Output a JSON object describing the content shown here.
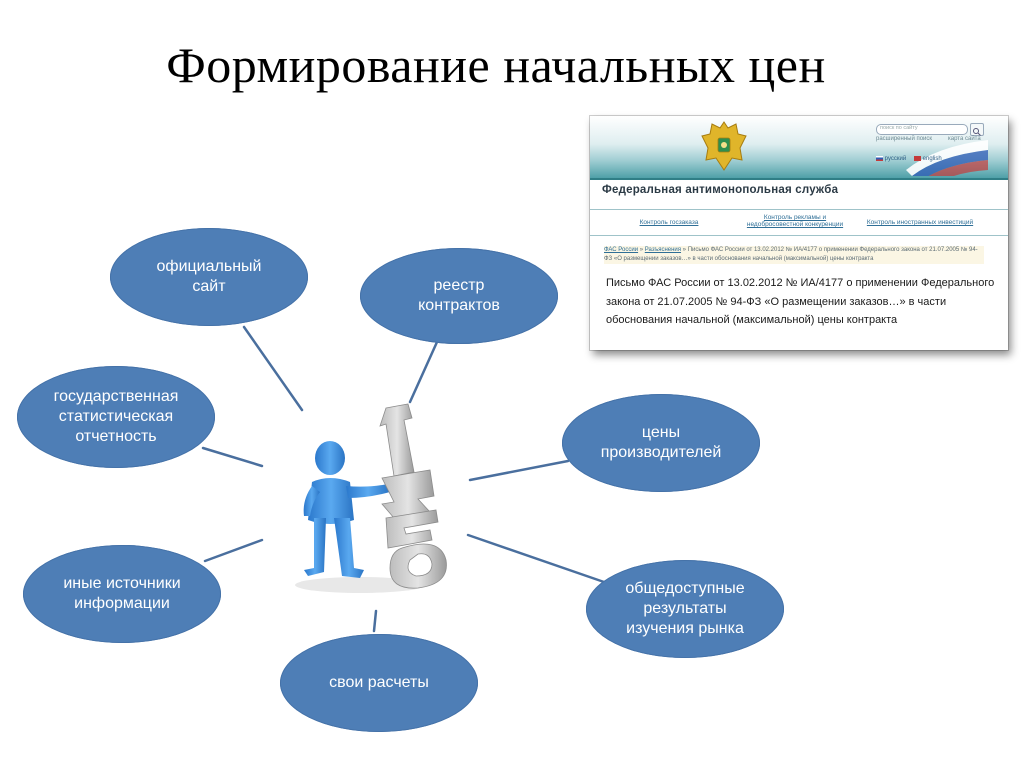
{
  "title": "Формирование начальных цен",
  "ovals": {
    "official_site": "официальный\nсайт",
    "contract_registry": "реестр\nконтрактов",
    "state_statistics": "государственная\nстатистическая\nотчетность",
    "producer_prices": "цены\nпроизводителей",
    "other_sources": "иные источники\nинформации",
    "market_research": "общедоступные\nрезультаты\nизучения рынка",
    "own_calculations": "свои расчеты"
  },
  "center_figure": {
    "letters": [
      "I",
      "N",
      "F",
      "O"
    ],
    "colors": {
      "person": "#3d8fe0",
      "letters": "#c8c8c8"
    }
  },
  "fas_screenshot": {
    "search_hint": "поиск по сайту",
    "top_links": [
      "расширенный поиск",
      "карта сайта"
    ],
    "languages": [
      "русский",
      "english"
    ],
    "org_name": "Федеральная антимонопольная служба",
    "menu": [
      "Контроль госзаказа",
      "Контроль рекламы и\nнедобросовестной конкуренции",
      "Контроль иностранных инвестиций"
    ],
    "breadcrumb": {
      "links": [
        "ФАС России",
        "Разъяснения"
      ],
      "text": "Письмо ФАС России от 13.02.2012 № ИА/4177 о применении Федерального закона от 21.07.2005 № 94-ФЗ «О размещении заказов…» в части обоснования начальной (максимальной) цены контракта"
    },
    "letter_title": "Письмо ФАС России от 13.02.2012 № ИА/4177 о применении Федерального закона от 21.07.2005 № 94-ФЗ «О размещении заказов…» в части обоснования начальной (максимальной) цены контракта"
  },
  "colors": {
    "oval_fill": "#4e7eb6",
    "oval_text": "#ffffff",
    "connector": "#4a6f9e",
    "fas_band": "#4fa0a8"
  }
}
